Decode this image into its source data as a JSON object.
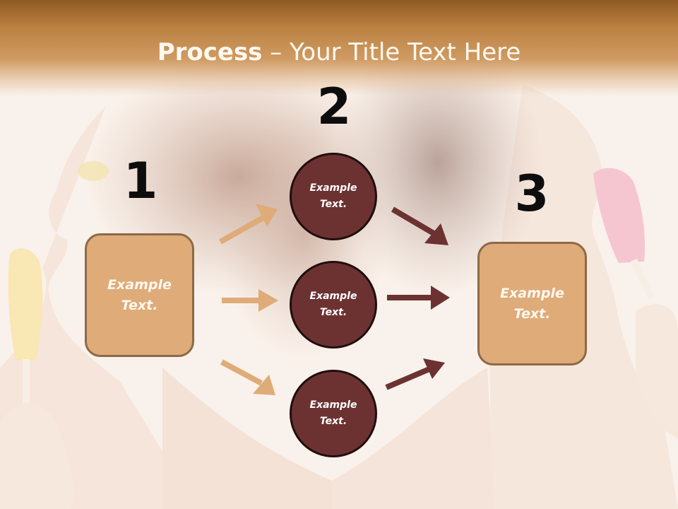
{
  "title": {
    "bold": "Process",
    "rest": " – Your Title Text Here"
  },
  "steps": {
    "one": "1",
    "two": "2",
    "three": "3"
  },
  "boxes": {
    "left": "Example Text.",
    "right": "Example Text."
  },
  "circles": {
    "top": "Example Text.",
    "middle": "Example Text.",
    "bottom": "Example Text."
  },
  "colors": {
    "title_bar": "#bc8243",
    "box_fill": "#dfab78",
    "circle_fill": "#6c3232",
    "arrow_light": "#dfab78",
    "arrow_dark": "#6c3232"
  }
}
